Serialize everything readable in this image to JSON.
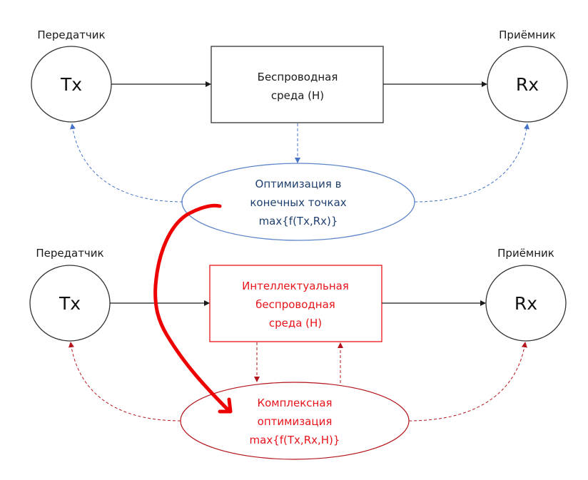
{
  "colors": {
    "black": "#1a1a1a",
    "blue_line": "#4472c4",
    "blue_text": "#1f3f6e",
    "red": "#e8141b",
    "dark_red": "#b4141b",
    "marker_red": "#ee0000"
  },
  "top": {
    "tx_caption": "Передатчик",
    "rx_caption": "Приёмник",
    "tx_label": "Tx",
    "rx_label": "Rx",
    "channel_lines": [
      "Беспроводная",
      "среда (H)"
    ],
    "optimization_lines": [
      "Оптимизация в",
      "конечных точках",
      "max{f(Tx,Rx)}"
    ]
  },
  "bottom": {
    "tx_caption": "Передатчик",
    "rx_caption": "Приёмник",
    "tx_label": "Tx",
    "rx_label": "Rx",
    "channel_lines": [
      "Интеллектуальная",
      "беспроводная",
      "среда (H)"
    ],
    "optimization_lines": [
      "Комплексная",
      "оптимизация",
      "max{f(Tx,Rx,H)}"
    ]
  }
}
